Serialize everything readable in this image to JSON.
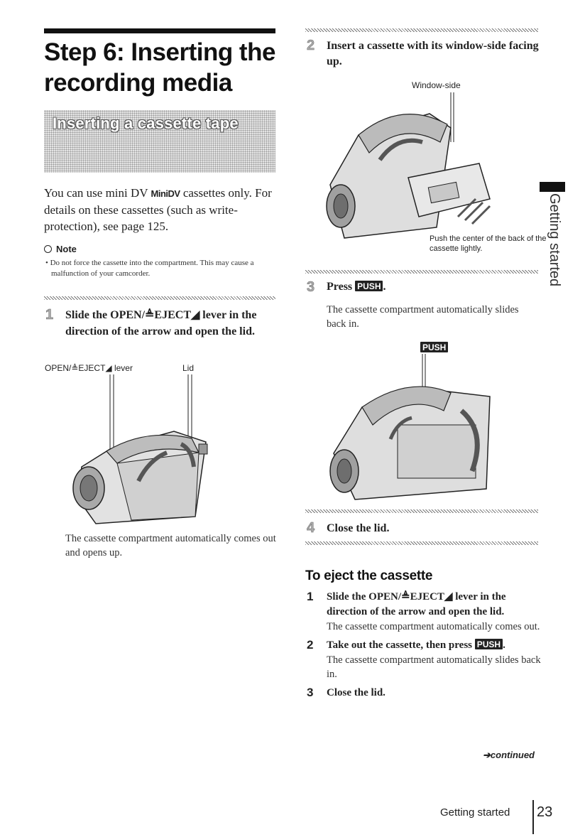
{
  "page": {
    "title_line1": "Step 6: Inserting the",
    "title_line2": "recording media",
    "section_banner": "Inserting a cassette tape",
    "side_tab": "Getting started"
  },
  "intro": {
    "part1": "You can use mini DV ",
    "mini_dv_logo": "MiniDV",
    "part2": " cassettes only. For details on these cassettes (such as write-protection), see page 125."
  },
  "note": {
    "heading": "Note",
    "text": "• Do not force the cassette into the compartment. This may cause a malfunction of your camcorder."
  },
  "steps": [
    {
      "num": "1",
      "text": "Slide the OPEN/≜EJECT◢ lever in the direction of the arrow and open the lid.",
      "labels": [
        "OPEN/≜EJECT◢ lever",
        "Lid"
      ],
      "after": "The cassette compartment automatically comes out and opens up."
    },
    {
      "num": "2",
      "text": "Insert a cassette with its window-side facing up.",
      "labels": [
        "Window-side"
      ],
      "caption": "Push the center of the back of the cassette lightly."
    },
    {
      "num": "3",
      "text_prefix": "Press ",
      "key": "PUSH",
      "text_suffix": ".",
      "after": "The cassette compartment automatically slides back in."
    },
    {
      "num": "4",
      "text": "Close the lid."
    }
  ],
  "eject": {
    "heading": "To eject the cassette",
    "items": [
      {
        "num": "1",
        "text": "Slide the OPEN/≜EJECT◢ lever in the direction of the arrow and open the lid.",
        "desc": "The cassette compartment automatically comes out."
      },
      {
        "num": "2",
        "text_prefix": "Take out the cassette, then press ",
        "key": "PUSH",
        "text_suffix": ".",
        "desc": "The cassette compartment automatically slides back in."
      },
      {
        "num": "3",
        "text": "Close the lid."
      }
    ]
  },
  "footer": {
    "continued": "➔continued",
    "section": "Getting started",
    "page_number": "23"
  }
}
